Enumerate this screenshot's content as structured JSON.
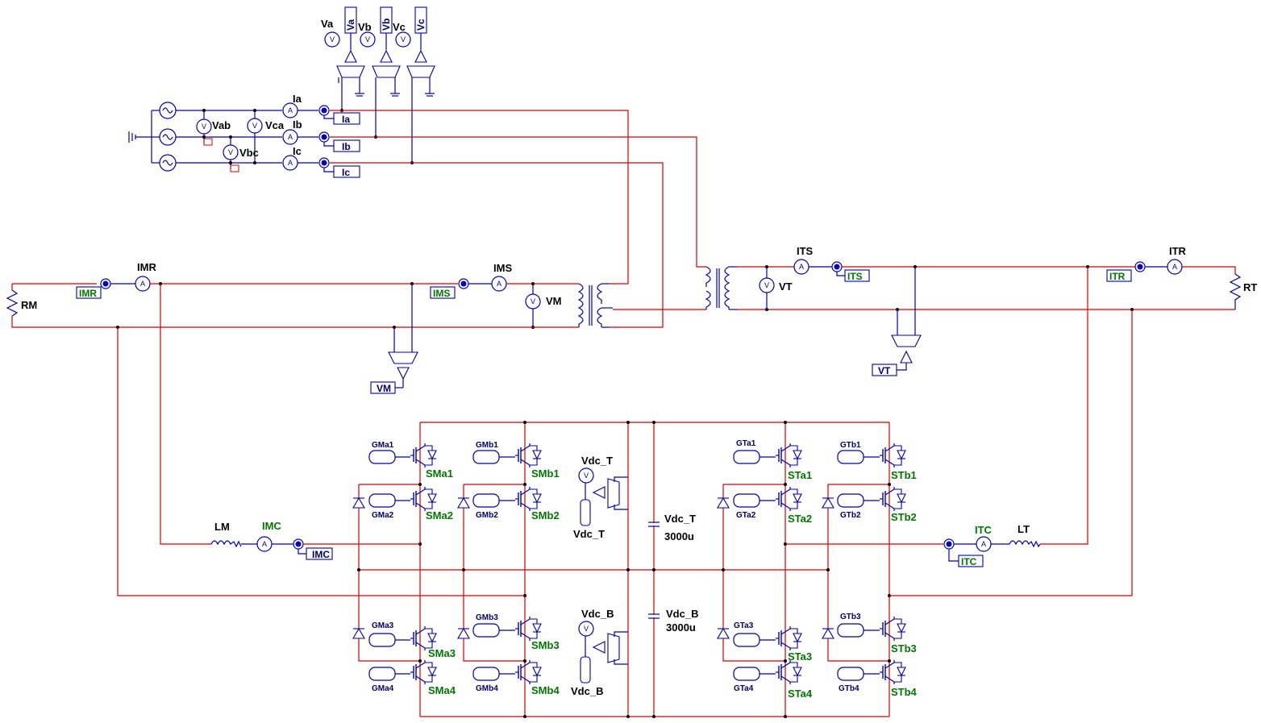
{
  "labels": {
    "Va": "Va",
    "Vb": "Vb",
    "Vc": "Vc",
    "Vab": "Vab",
    "Vca": "Vca",
    "Vbc": "Vbc",
    "Ia": "Ia",
    "Ib": "Ib",
    "Ic": "Ic",
    "IMR": "IMR",
    "IMS": "IMS",
    "VM": "VM",
    "RM": "RM",
    "LM": "LM",
    "IMC": "IMC",
    "ITS": "ITS",
    "VT": "VT",
    "ITR": "ITR",
    "RT": "RT",
    "ITC": "ITC",
    "LT": "LT",
    "Vdc_T": "Vdc_T",
    "Vdc_B": "Vdc_B",
    "cap_value": "3000u",
    "GMa1": "GMa1",
    "GMa2": "GMa2",
    "GMa3": "GMa3",
    "GMa4": "GMa4",
    "GMb1": "GMb1",
    "GMb2": "GMb2",
    "GMb3": "GMb3",
    "GMb4": "GMb4",
    "GTa1": "GTa1",
    "GTa2": "GTa2",
    "GTa3": "GTa3",
    "GTa4": "GTa4",
    "GTb1": "GTb1",
    "GTb2": "GTb2",
    "GTb3": "GTb3",
    "GTb4": "GTb4",
    "SMa1": "SMa1",
    "SMa2": "SMa2",
    "SMa3": "SMa3",
    "SMa4": "SMa4",
    "SMb1": "SMb1",
    "SMb2": "SMb2",
    "SMb3": "SMb3",
    "SMb4": "SMb4",
    "STa1": "STa1",
    "STa2": "STa2",
    "STa3": "STa3",
    "STa4": "STa4",
    "STb1": "STb1",
    "STb2": "STb2",
    "STb3": "STb3",
    "STb4": "STb4"
  },
  "meters": {
    "ammeter": "A",
    "voltmeter": "V"
  },
  "colors": {
    "wire": "#d40000",
    "component": "#0000aa",
    "label_green": "#007700"
  }
}
